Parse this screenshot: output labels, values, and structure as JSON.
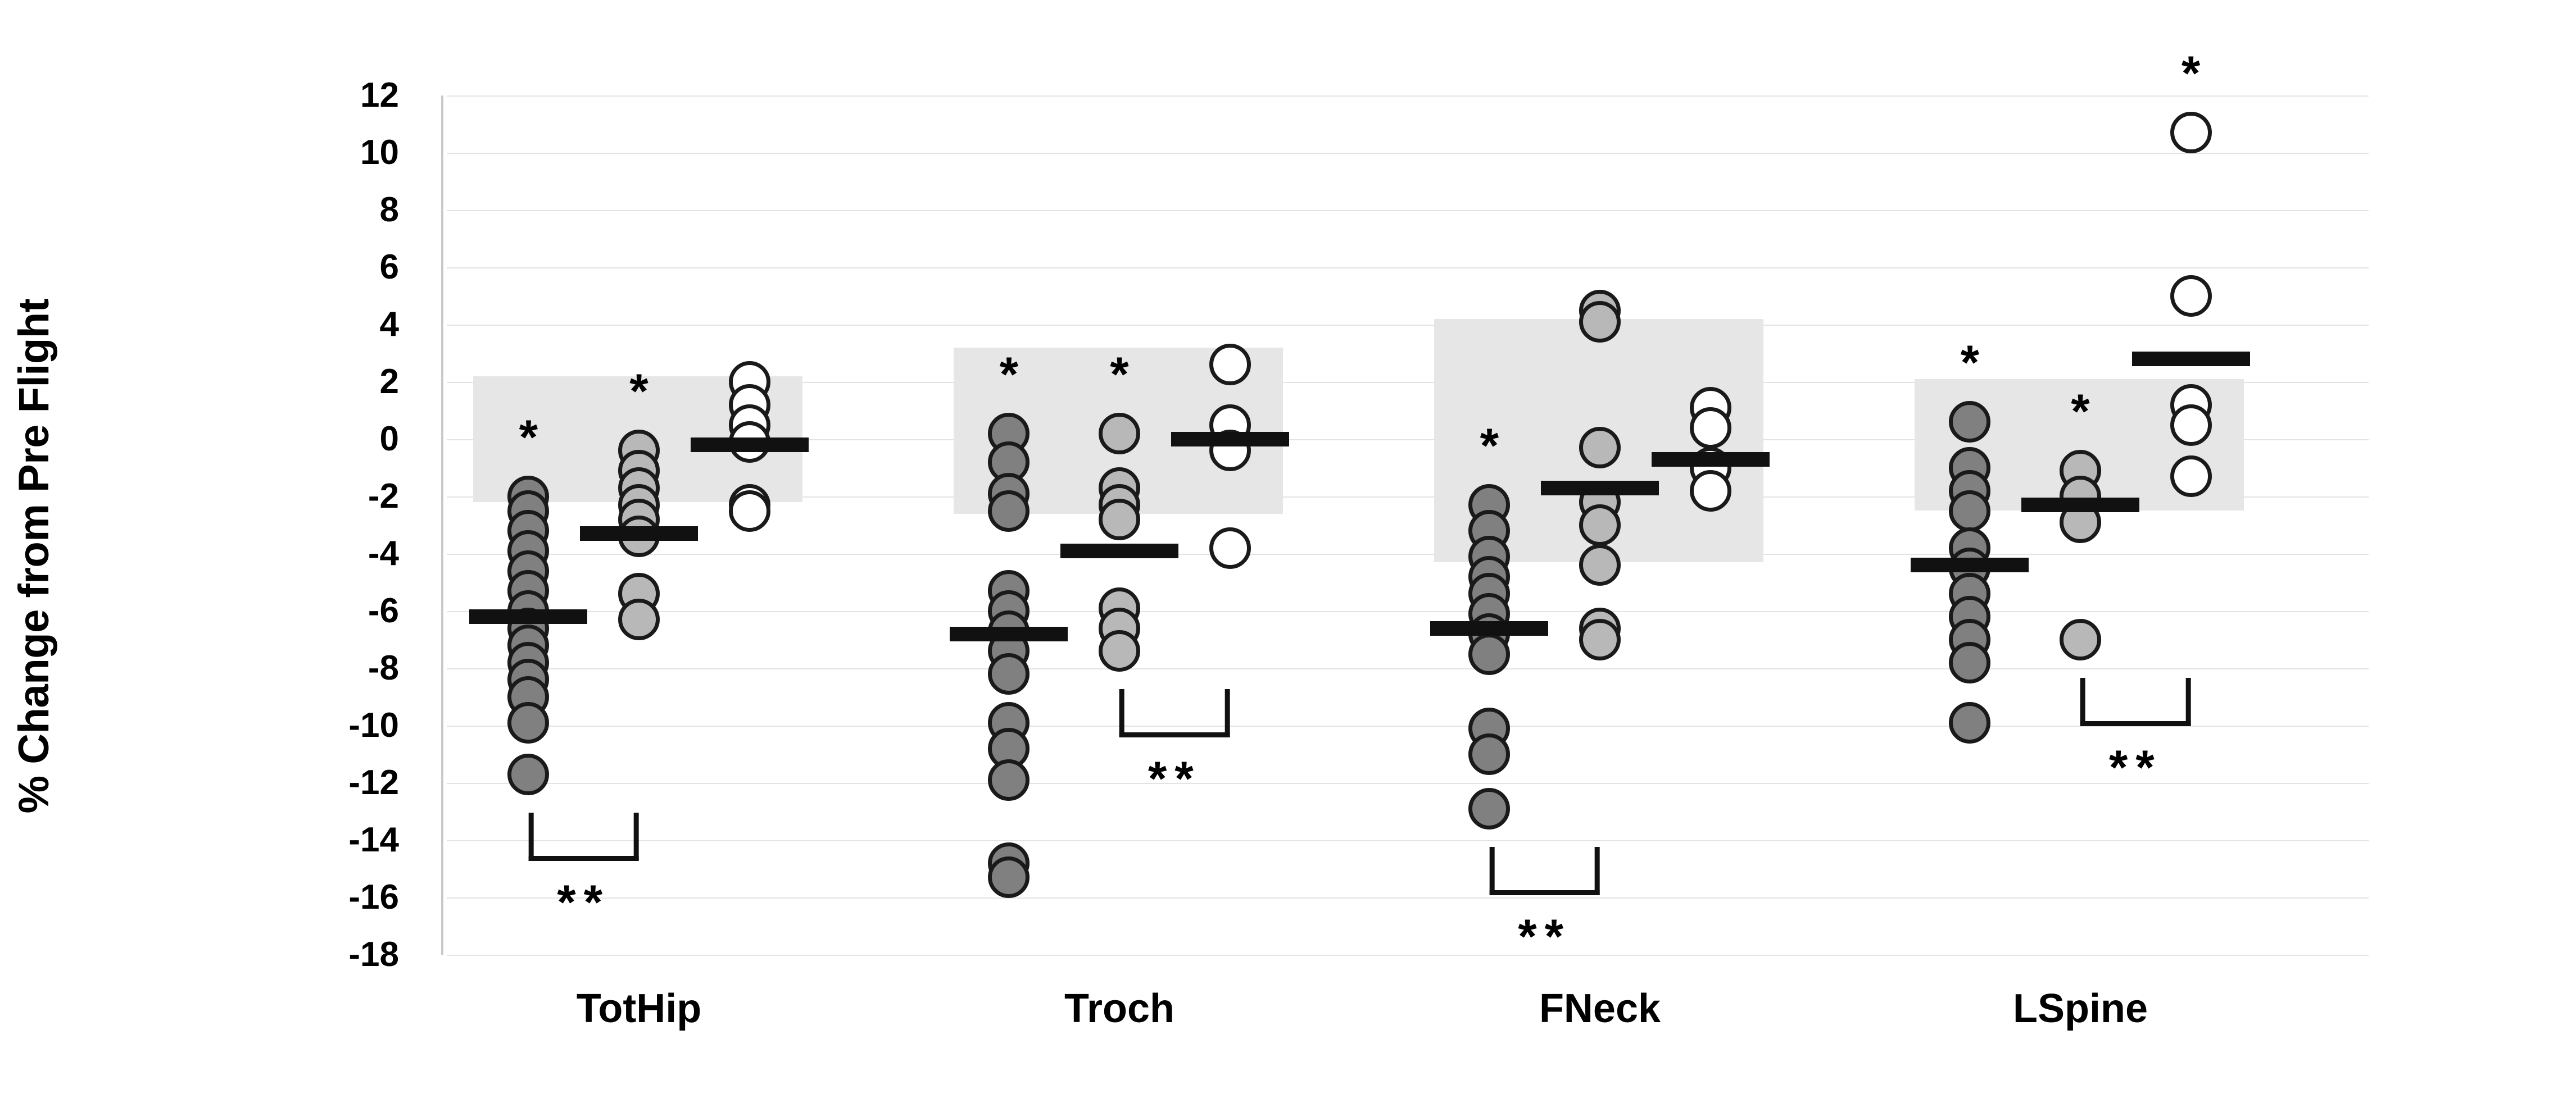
{
  "chart_data": {
    "type": "scatter",
    "title": "",
    "xlabel": "",
    "ylabel": "% Change from Pre Flight",
    "ylim": [
      -18,
      12
    ],
    "ytick_step": 2,
    "yticks": [
      "12",
      "10",
      "8",
      "6",
      "4",
      "2",
      "0",
      "-2",
      "-4",
      "-6",
      "-8",
      "-10",
      "-12",
      "-14",
      "-16",
      "-18"
    ],
    "grid": true,
    "legend": "none",
    "categories": [
      "TotHip",
      "Troch",
      "FNeck",
      "LSpine"
    ],
    "series_styles": [
      {
        "name": "dark-gray-filled",
        "fill": "#808080",
        "stroke": "#1a1a1a"
      },
      {
        "name": "mid-gray-filled",
        "fill": "#b8b8b8",
        "stroke": "#1a1a1a"
      },
      {
        "name": "open-white",
        "fill": "#ffffff",
        "stroke": "#1a1a1a"
      }
    ],
    "groups": [
      {
        "category": "TotHip",
        "band": {
          "top": 2.2,
          "bottom": -2.2
        },
        "series": [
          {
            "style": "dark-gray-filled",
            "mean": -6.2,
            "star_above": "*",
            "values": [
              -2.0,
              -2.5,
              -3.2,
              -3.9,
              -4.6,
              -5.3,
              -6.0,
              -6.6,
              -7.2,
              -7.8,
              -8.4,
              -9.0,
              -9.9,
              -11.7
            ]
          },
          {
            "style": "mid-gray-filled",
            "mean": -3.3,
            "star_above": "*",
            "values": [
              -0.4,
              -1.1,
              -1.7,
              -2.3,
              -2.8,
              -3.4,
              -5.4,
              -6.3
            ]
          },
          {
            "style": "open-white",
            "mean": -0.2,
            "star_above": "",
            "values": [
              2.0,
              1.2,
              0.5,
              -0.1,
              -2.3,
              -2.5
            ]
          }
        ],
        "bracket": {
          "from_series": 0,
          "to_series": 1,
          "label": "**"
        }
      },
      {
        "category": "Troch",
        "band": {
          "top": 3.2,
          "bottom": -2.6
        },
        "series": [
          {
            "style": "dark-gray-filled",
            "mean": -6.8,
            "star_above": "*",
            "values": [
              0.2,
              -0.8,
              -1.9,
              -2.5,
              -5.3,
              -6.0,
              -6.7,
              -7.4,
              -8.2,
              -9.9,
              -10.8,
              -11.9,
              -14.8,
              -15.3
            ]
          },
          {
            "style": "mid-gray-filled",
            "mean": -3.9,
            "star_above": "*",
            "values": [
              0.2,
              -1.7,
              -2.3,
              -2.8,
              -5.9,
              -6.6,
              -7.4
            ]
          },
          {
            "style": "open-white",
            "mean": 0.0,
            "star_above": "",
            "values": [
              2.6,
              0.5,
              -0.4,
              -3.8
            ]
          }
        ],
        "bracket": {
          "from_series": 1,
          "to_series": 2,
          "label": "**"
        }
      },
      {
        "category": "FNeck",
        "band": {
          "top": 4.2,
          "bottom": -4.3
        },
        "series": [
          {
            "style": "dark-gray-filled",
            "mean": -6.6,
            "star_above": "*",
            "values": [
              -2.3,
              -3.2,
              -4.1,
              -4.8,
              -5.4,
              -6.1,
              -6.8,
              -7.5,
              -10.1,
              -11.0,
              -12.9
            ]
          },
          {
            "style": "mid-gray-filled",
            "mean": -1.7,
            "star_above": "",
            "values": [
              4.5,
              4.1,
              -0.3,
              -2.2,
              -3.0,
              -4.4,
              -6.6,
              -7.0
            ]
          },
          {
            "style": "open-white",
            "mean": -0.7,
            "star_above": "",
            "values": [
              1.1,
              0.4,
              -1.0,
              -1.8
            ]
          }
        ],
        "bracket": {
          "from_series": 0,
          "to_series": 1,
          "label": "**"
        }
      },
      {
        "category": "LSpine",
        "band": {
          "top": 2.1,
          "bottom": -2.5
        },
        "series": [
          {
            "style": "dark-gray-filled",
            "mean": -4.4,
            "star_above": "*",
            "values": [
              0.6,
              -1.0,
              -1.8,
              -2.5,
              -3.8,
              -4.5,
              -5.4,
              -6.2,
              -7.0,
              -7.8,
              -9.9
            ]
          },
          {
            "style": "mid-gray-filled",
            "mean": -2.3,
            "star_above": "*",
            "values": [
              -1.1,
              -2.0,
              -2.9,
              -7.0
            ]
          },
          {
            "style": "open-white",
            "mean": 2.8,
            "star_above": "*",
            "values": [
              10.7,
              5.0,
              1.2,
              0.5,
              -1.3
            ]
          }
        ],
        "bracket": {
          "from_series": 1,
          "to_series": 2,
          "label": "**"
        }
      }
    ]
  }
}
